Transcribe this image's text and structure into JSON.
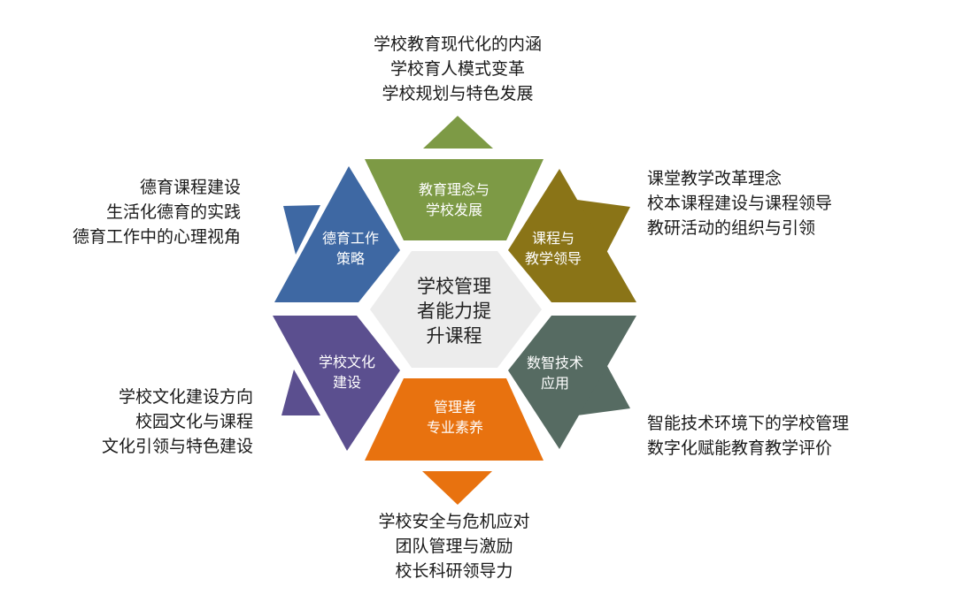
{
  "colors": {
    "top": "#7d9a45",
    "upper_right": "#8a7417",
    "lower_right": "#566b62",
    "bottom": "#e8720f",
    "lower_left": "#5b4f8f",
    "upper_left": "#3e68a3",
    "center": "#ececec"
  },
  "center": {
    "line1": "学校管理",
    "line2": "者能力提",
    "line3": "升课程"
  },
  "segments": {
    "top": {
      "line1": "教育理念与",
      "line2": "学校发展"
    },
    "upper_right": {
      "line1": "课程与",
      "line2": "教学领导"
    },
    "lower_right": {
      "line1": "数智技术",
      "line2": "应用"
    },
    "bottom": {
      "line1": "管理者",
      "line2": "专业素养"
    },
    "lower_left": {
      "line1": "学校文化",
      "line2": "建设"
    },
    "upper_left": {
      "line1": "德育工作",
      "line2": "策略"
    }
  },
  "outer": {
    "top": [
      "学校教育现代化的内涵",
      "学校育人模式变革",
      "学校规划与特色发展"
    ],
    "upper_right": [
      "课堂教学改革理念",
      "校本课程建设与课程领导",
      "教研活动的组织与引领"
    ],
    "lower_right": [
      "智能技术环境下的学校管理",
      "数字化赋能教育教学评价"
    ],
    "bottom": [
      "学校安全与危机应对",
      "团队管理与激励",
      "校长科研领导力"
    ],
    "lower_left": [
      "学校文化建设方向",
      "校园文化与课程",
      "文化引领与特色建设"
    ],
    "upper_left": [
      "德育课程建设",
      "生活化德育的实践",
      "德育工作中的心理视角"
    ]
  }
}
